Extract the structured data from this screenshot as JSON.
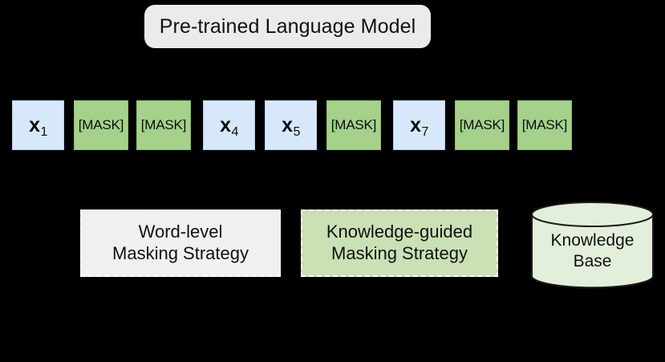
{
  "diagram": {
    "background_color": "#000000",
    "model_box": {
      "label": "Pre-trained Language Model",
      "fill": "#ebebeb"
    },
    "tokens": [
      {
        "type": "token",
        "label": "x",
        "subscript": "1",
        "fill": "#d8e8fb"
      },
      {
        "type": "mask",
        "label": "[MASK]",
        "subscript": "",
        "fill": "#a5d18b"
      },
      {
        "type": "mask",
        "label": "[MASK]",
        "subscript": "",
        "fill": "#a5d18b"
      },
      {
        "type": "token",
        "label": "x",
        "subscript": "4",
        "fill": "#d8e8fb"
      },
      {
        "type": "token",
        "label": "x",
        "subscript": "5",
        "fill": "#d8e8fb"
      },
      {
        "type": "mask",
        "label": "[MASK]",
        "subscript": "",
        "fill": "#a5d18b"
      },
      {
        "type": "token",
        "label": "x",
        "subscript": "7",
        "fill": "#d8e8fb"
      },
      {
        "type": "mask",
        "label": "[MASK]",
        "subscript": "",
        "fill": "#a5d18b"
      },
      {
        "type": "mask",
        "label": "[MASK]",
        "subscript": "",
        "fill": "#a5d18b"
      }
    ],
    "strategies": [
      {
        "line1": "Word-level",
        "line2": "Masking Strategy",
        "fill": "#f0f0f0",
        "border_style": "dashed"
      },
      {
        "line1": "Knowledge-guided",
        "line2": "Masking Strategy",
        "fill": "#cbe0b5",
        "border_style": "dashed"
      }
    ],
    "knowledge_base": {
      "line1": "Knowledge",
      "line2": "Base",
      "fill": "#e3efda",
      "stroke": "#1a1a1a"
    }
  }
}
